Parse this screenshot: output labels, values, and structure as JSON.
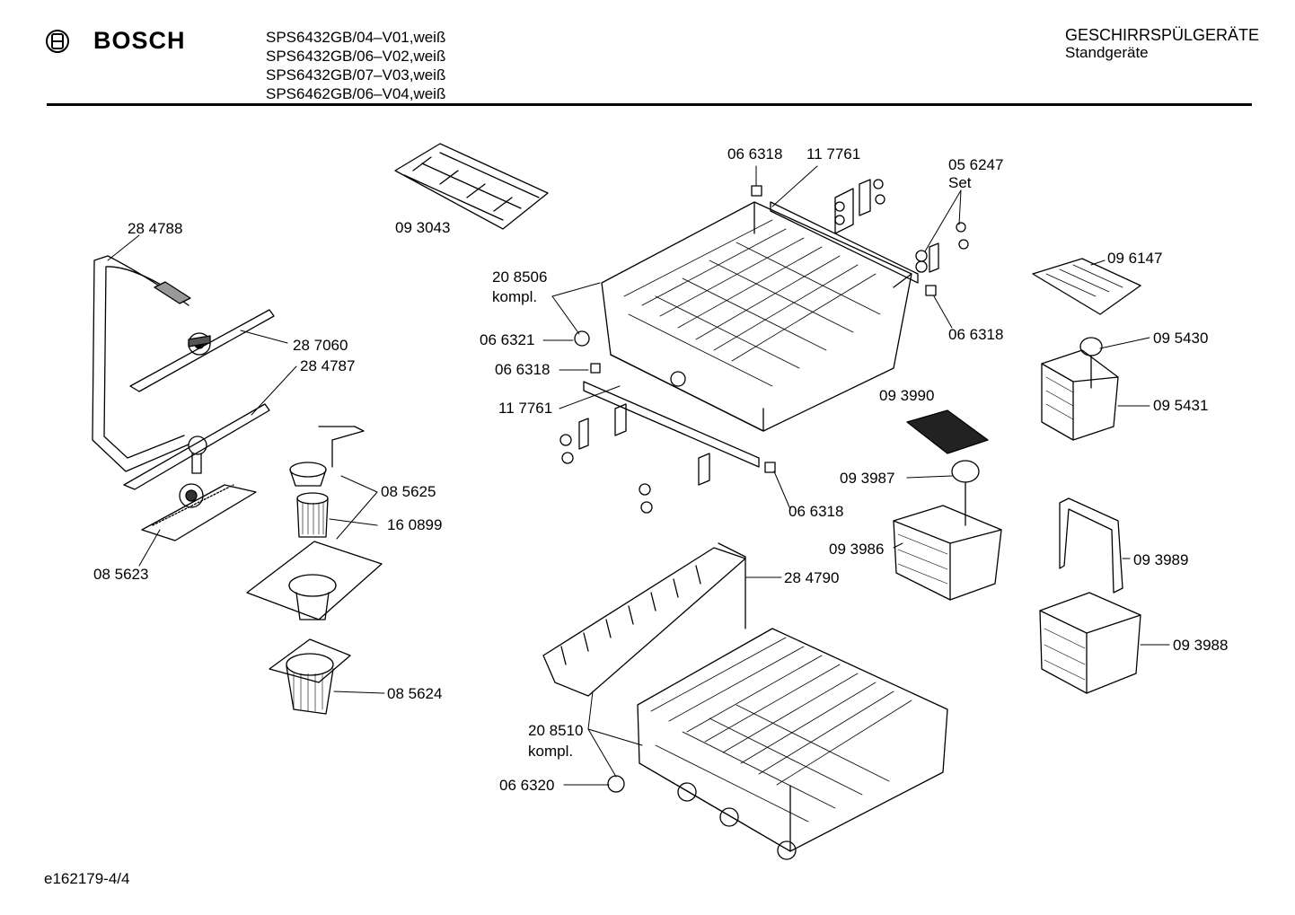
{
  "header": {
    "brand": "BOSCH",
    "models": [
      "SPS6432GB/04–V01,weiß",
      "SPS6432GB/06–V02,weiß",
      "SPS6432GB/07–V03,weiß",
      "SPS6462GB/06–V04,weiß"
    ],
    "category": "GESCHIRRSPÜLGERÄTE",
    "subcategory": "Standgeräte"
  },
  "parts": {
    "p284788": "28 4788",
    "p287060": "28 7060",
    "p284787": "28 4787",
    "p085625": "08 5625",
    "p160899": "16 0899",
    "p085623": "08 5623",
    "p085624": "08 5624",
    "p093043": "09 3043",
    "p208506": "20 8506",
    "p208506_note": "kompl.",
    "p066321": "06 6321",
    "p066318_a": "06 6318",
    "p117761_a": "11 7761",
    "p066318_b": "06 6318",
    "p117761_b": "11 7761",
    "p056247": "05 6247",
    "p056247_note": "Set",
    "p066318_c": "06 6318",
    "p066318_d": "06 6318",
    "p096147": "09 6147",
    "p095430": "09 5430",
    "p095431": "09 5431",
    "p093990": "09 3990",
    "p093987": "09 3987",
    "p093986": "09 3986",
    "p093989": "09 3989",
    "p093988": "09 3988",
    "p284790": "28 4790",
    "p208510": "20 8510",
    "p208510_note": "kompl.",
    "p066320": "06 6320"
  },
  "footer": {
    "doc_id": "e162179-4/4"
  }
}
